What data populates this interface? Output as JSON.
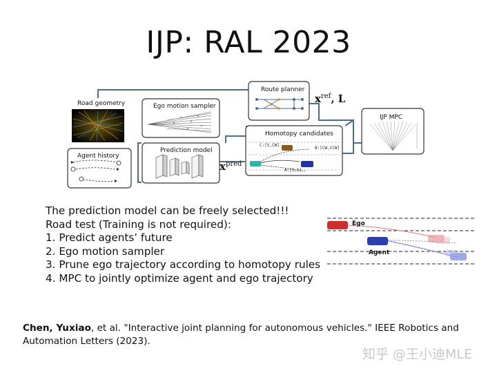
{
  "slide": {
    "title": "IJP: RAL 2023"
  },
  "diagram": {
    "road_geometry": "Road geometry",
    "agent_history": "Agent history",
    "ego_motion_sampler": "Ego motion sampler",
    "prediction_model": "Prediction model",
    "route_planner": "Route planner",
    "homotopy_candidates": "Homotopy candidates",
    "homotopy_tag_c": "C:[S,CW]",
    "homotopy_tag_b": "B:[CW,CCW]",
    "homotopy_tag_a": "A:[S,S]",
    "x_ref_base": "x",
    "x_ref_sup": "ref",
    "x_ref_tail": ", L",
    "x_pred_base": "x",
    "x_pred_sup": "pred",
    "ijp_mpc": "IJP MPC"
  },
  "bullets": [
    "The prediction model can be freely selected!!!",
    "Road test (Training is not required):",
    "1. Predict agents’ future",
    "2. Ego motion sampler",
    "3. Prune ego trajectory according to homotopy rules",
    "4. MPC to jointly optimize agent and ego trajectory"
  ],
  "trajectory_figure": {
    "ego_label": "Ego",
    "agent_label": "Agent",
    "ego_color": "#cc2f2f",
    "agent_color": "#2a3fb0"
  },
  "citation": {
    "author": "Chen, Yuxiao",
    "rest": ", et al. \"Interactive joint planning for autonomous vehicles.\" IEEE Robotics and Automation Letters (2023)."
  },
  "watermark": "知乎 @王小迪MLE"
}
